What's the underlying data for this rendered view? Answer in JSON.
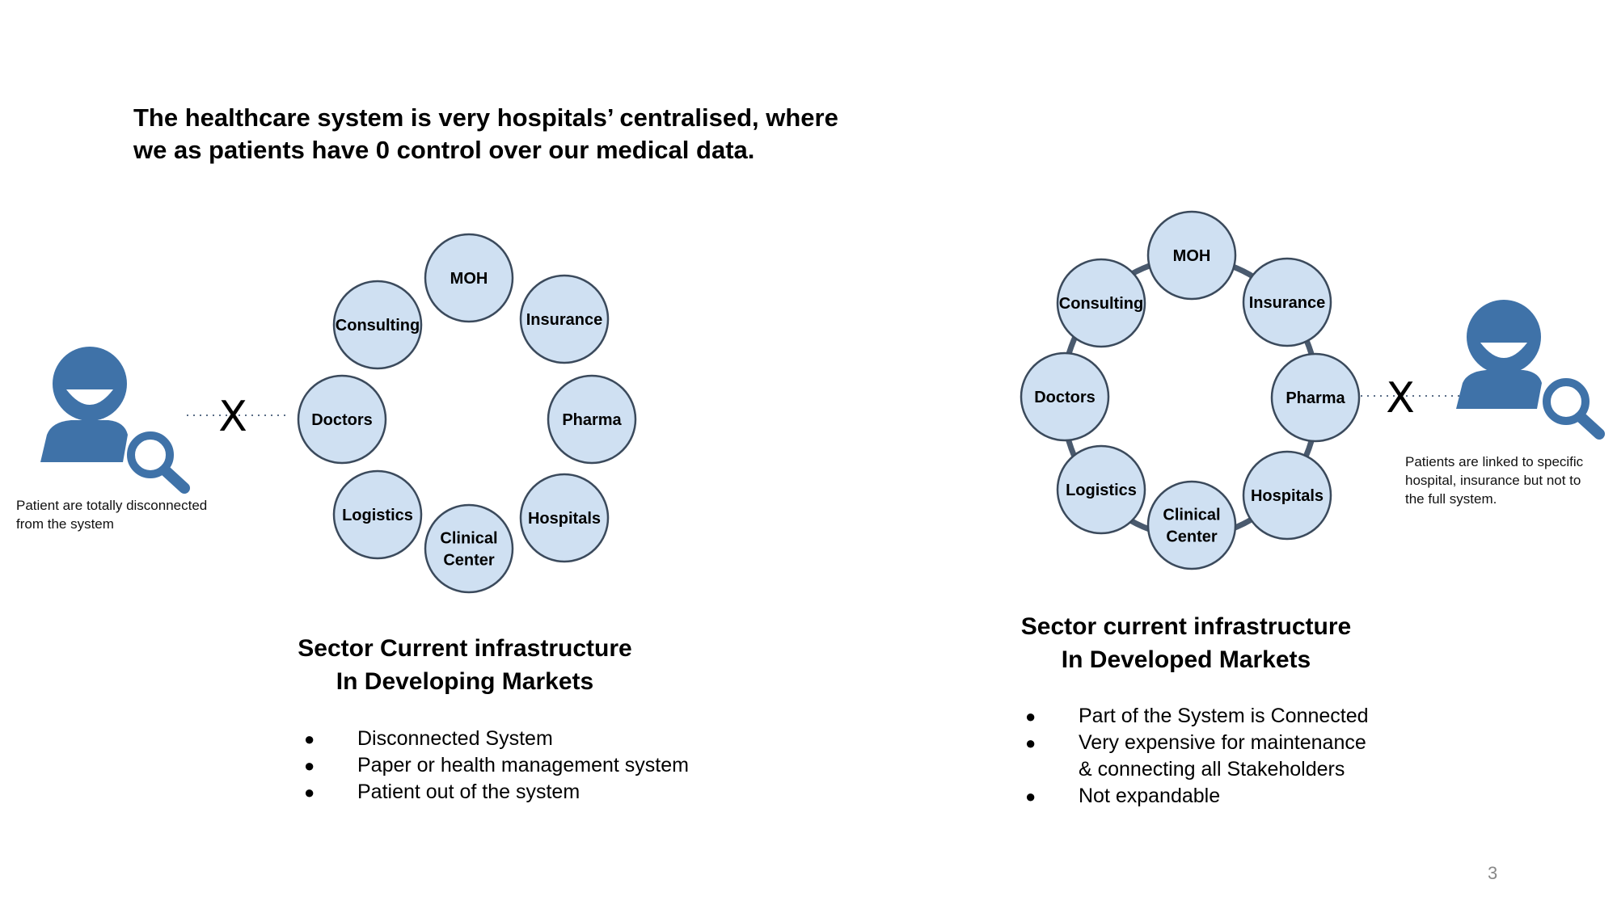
{
  "colors": {
    "node_fill": "#cfe0f2",
    "node_stroke": "#3b4a5c",
    "ring_stroke": "#4a5a6e",
    "person_icon": "#3f72a8",
    "dotted_line": "#5a6d86",
    "page_number": "#888888"
  },
  "headline": {
    "line1": "The healthcare system is very hospitals’ centralised, where",
    "line2": "we as patients have 0 control over our medical data."
  },
  "left_diagram": {
    "nodes": [
      {
        "label": [
          "MOH"
        ]
      },
      {
        "label": [
          "Insurance"
        ]
      },
      {
        "label": [
          "Pharma"
        ]
      },
      {
        "label": [
          "Hospitals"
        ]
      },
      {
        "label": [
          "Clinical",
          "Center"
        ]
      },
      {
        "label": [
          "Logistics"
        ]
      },
      {
        "label": [
          "Doctors"
        ]
      },
      {
        "label": [
          "Consulting"
        ]
      }
    ],
    "connected": false,
    "person_icon": "user-search-icon",
    "x_mark": "X",
    "caption": {
      "line1": "Patient are totally disconnected",
      "line2": "from the system"
    },
    "title": {
      "line1": "Sector Current infrastructure",
      "line2": "In Developing Markets"
    },
    "bullets": [
      {
        "lines": [
          "Disconnected System"
        ]
      },
      {
        "lines": [
          "Paper or health management system"
        ]
      },
      {
        "lines": [
          "Patient out of the system"
        ]
      }
    ]
  },
  "right_diagram": {
    "nodes": [
      {
        "label": [
          "MOH"
        ]
      },
      {
        "label": [
          "Insurance"
        ]
      },
      {
        "label": [
          "Pharma"
        ]
      },
      {
        "label": [
          "Hospitals"
        ]
      },
      {
        "label": [
          "Clinical",
          "Center"
        ]
      },
      {
        "label": [
          "Logistics"
        ]
      },
      {
        "label": [
          "Doctors"
        ]
      },
      {
        "label": [
          "Consulting"
        ]
      }
    ],
    "connected": true,
    "person_icon": "user-search-icon",
    "x_mark": "X",
    "caption": {
      "line1": "Patients are linked to specific",
      "line2": "hospital, insurance but not to",
      "line3": "the full system."
    },
    "title": {
      "line1": "Sector current infrastructure",
      "line2": "In Developed Markets"
    },
    "bullets": [
      {
        "lines": [
          "Part of the  System is Connected"
        ]
      },
      {
        "lines": [
          "Very expensive for maintenance",
          "& connecting all Stakeholders"
        ]
      },
      {
        "lines": [
          "Not expandable"
        ]
      }
    ]
  },
  "bullet_symbol": "●",
  "page_number": "3"
}
